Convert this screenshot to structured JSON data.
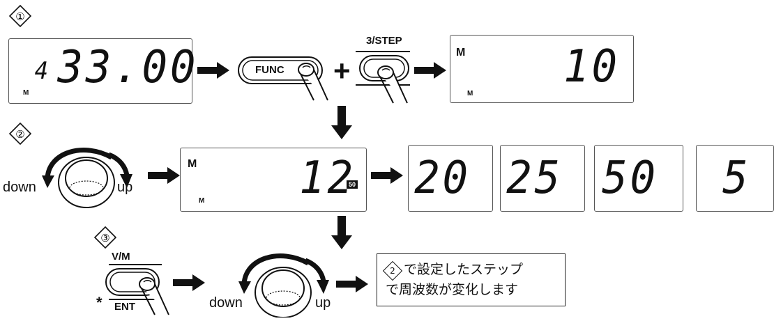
{
  "steps": {
    "one": "①",
    "two": "②",
    "three": "③"
  },
  "display_initial": {
    "prefix": "4",
    "value": "33.00",
    "m_small": "M"
  },
  "display_step": {
    "m_large": "M",
    "m_small": "M",
    "value": "10"
  },
  "display_dial": {
    "m_large": "M",
    "m_small": "M",
    "value": "12",
    "badge": "50"
  },
  "step_options": [
    "20",
    "25",
    "50",
    "5"
  ],
  "buttons": {
    "func": "FUNC",
    "step": "3/STEP",
    "vm": "V/M",
    "ent": "ENT",
    "asterisk": "*"
  },
  "plus": "+",
  "dial_labels": {
    "down": "down",
    "up": "up"
  },
  "note": {
    "ref": "2",
    "line1": "で設定したステップ",
    "line2": "で周波数が変化します"
  },
  "colors": {
    "ink": "#111111",
    "background": "#ffffff"
  }
}
